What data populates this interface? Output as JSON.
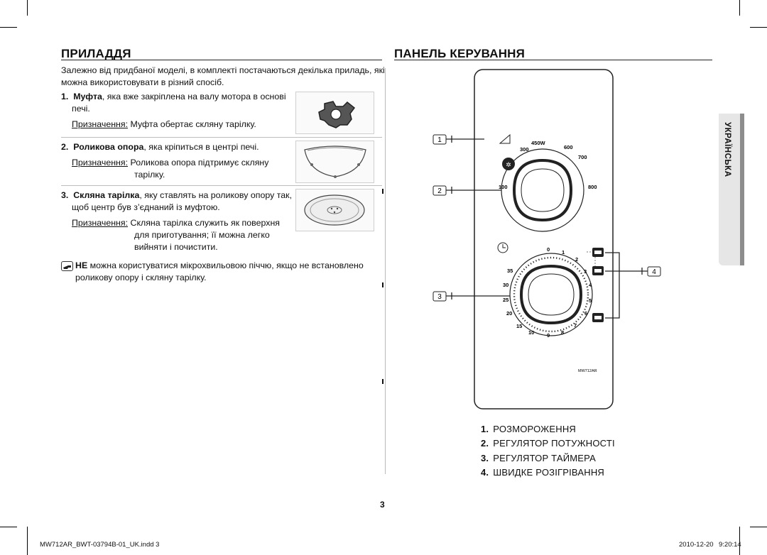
{
  "left": {
    "title": "ПРИЛАДДЯ",
    "intro1": "Залежно від придбаної моделі, в комплекті постачаються декілька приладь, які",
    "intro2": "можна використовувати в різний спосіб.",
    "items": [
      {
        "num": "1.",
        "name": "Муфта",
        "text1": ", яка вже закріплена на валу мотора в основі",
        "text2": "печі.",
        "purpose_label": "Призначення:",
        "purpose1": " Муфта обертає скляну тарілку.",
        "purpose2": ""
      },
      {
        "num": "2.",
        "name": "Роликова опора",
        "text1": ", яка кріпиться в центрі печі.",
        "text2": "",
        "purpose_label": "Призначення:",
        "purpose1": " Роликова опора підтримує скляну",
        "purpose2": "тарілку."
      },
      {
        "num": "3.",
        "name": "Скляна тарілка",
        "text1": ", яку ставлять на роликову опору так,",
        "text2": "щоб центр був з’єднаний із муфтою.",
        "purpose_label": "Призначення:",
        "purpose1": " Скляна тарілка служить як поверхня",
        "purpose2": "для приготування; її можна легко",
        "purpose3": "вийняти і почистити."
      }
    ],
    "note_bold": "НЕ",
    "note1": " можна користуватися мікрохвильовою піччю, якщо не встановлено",
    "note2": "роликову опору і скляну тарілку."
  },
  "right": {
    "title": "ПАНЕЛЬ КЕРУВАННЯ",
    "language_tab": "УКРАЇНСЬКА",
    "callouts": [
      "1",
      "2",
      "3",
      "4"
    ],
    "power_labels": [
      "450W",
      "300",
      "600",
      "700",
      "100",
      "800"
    ],
    "timer_labels": [
      "0",
      "1",
      "2",
      "3",
      "4",
      "5",
      "6",
      "7",
      "8",
      "9",
      "10",
      "15",
      "20",
      "25",
      "30",
      "35"
    ],
    "model": "MW712AR",
    "legend": [
      {
        "num": "1.",
        "label": "РОЗМОРОЖЕННЯ"
      },
      {
        "num": "2.",
        "label": "РЕГУЛЯТОР ПОТУЖНОСТІ"
      },
      {
        "num": "3.",
        "label": "РЕГУЛЯТОР ТАЙМЕРА"
      },
      {
        "num": "4.",
        "label": "ШВИДКЕ РОЗІГРІВАННЯ"
      }
    ]
  },
  "page_number": "3",
  "footer": {
    "file": "MW712AR_BWT-03794B-01_UK.indd   3",
    "date": "2010-12-20",
    "time": "9:20:14"
  }
}
